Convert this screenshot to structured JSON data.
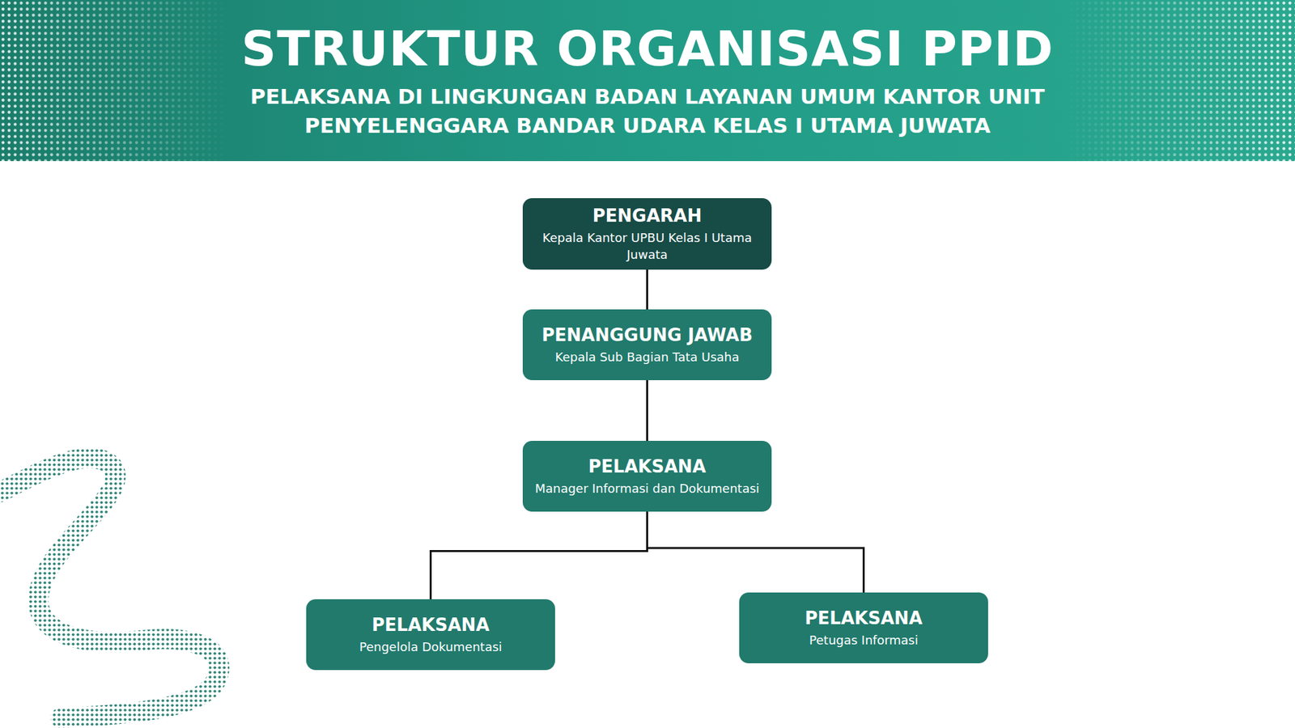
{
  "diagram": {
    "title": "STRUKTUR ORGANISASI PPID",
    "nodes": [
      {
        "text": [
          "PENGARAH",
          "Kepala Kantor UPBU Kelas I Utama Juwata"
        ]
      },
      {
        "text": [
          "PENANGGUNG JAWAB",
          "Kepala Sub Bagian Tata Usaha"
        ]
      },
      {
        "text": [
          "PELAKSANA",
          "Manager Informasi dan Dokumentasi"
        ]
      },
      {
        "text": [
          "PELAKSANA",
          "Pengelola Dokumentasi"
        ]
      },
      {
        "text": [
          "PELAKSANA",
          "Petugas Informasi"
        ]
      }
    ],
    "edges": [
      {
        "from": 0,
        "to": 1,
        "arrow": "none"
      },
      {
        "from": 1,
        "to": 2,
        "arrow": "none"
      },
      {
        "from": 2,
        "to": 3,
        "arrow": "none"
      },
      {
        "from": 2,
        "to": 4,
        "arrow": "none"
      }
    ],
    "labels": [
      "PELAKSANA DI LINGKUNGAN BADAN LAYANAN UMUM KANTOR UNIT PENYELENGGARA BANDAR UDARA KELAS I UTAMA JUWATA"
    ]
  }
}
